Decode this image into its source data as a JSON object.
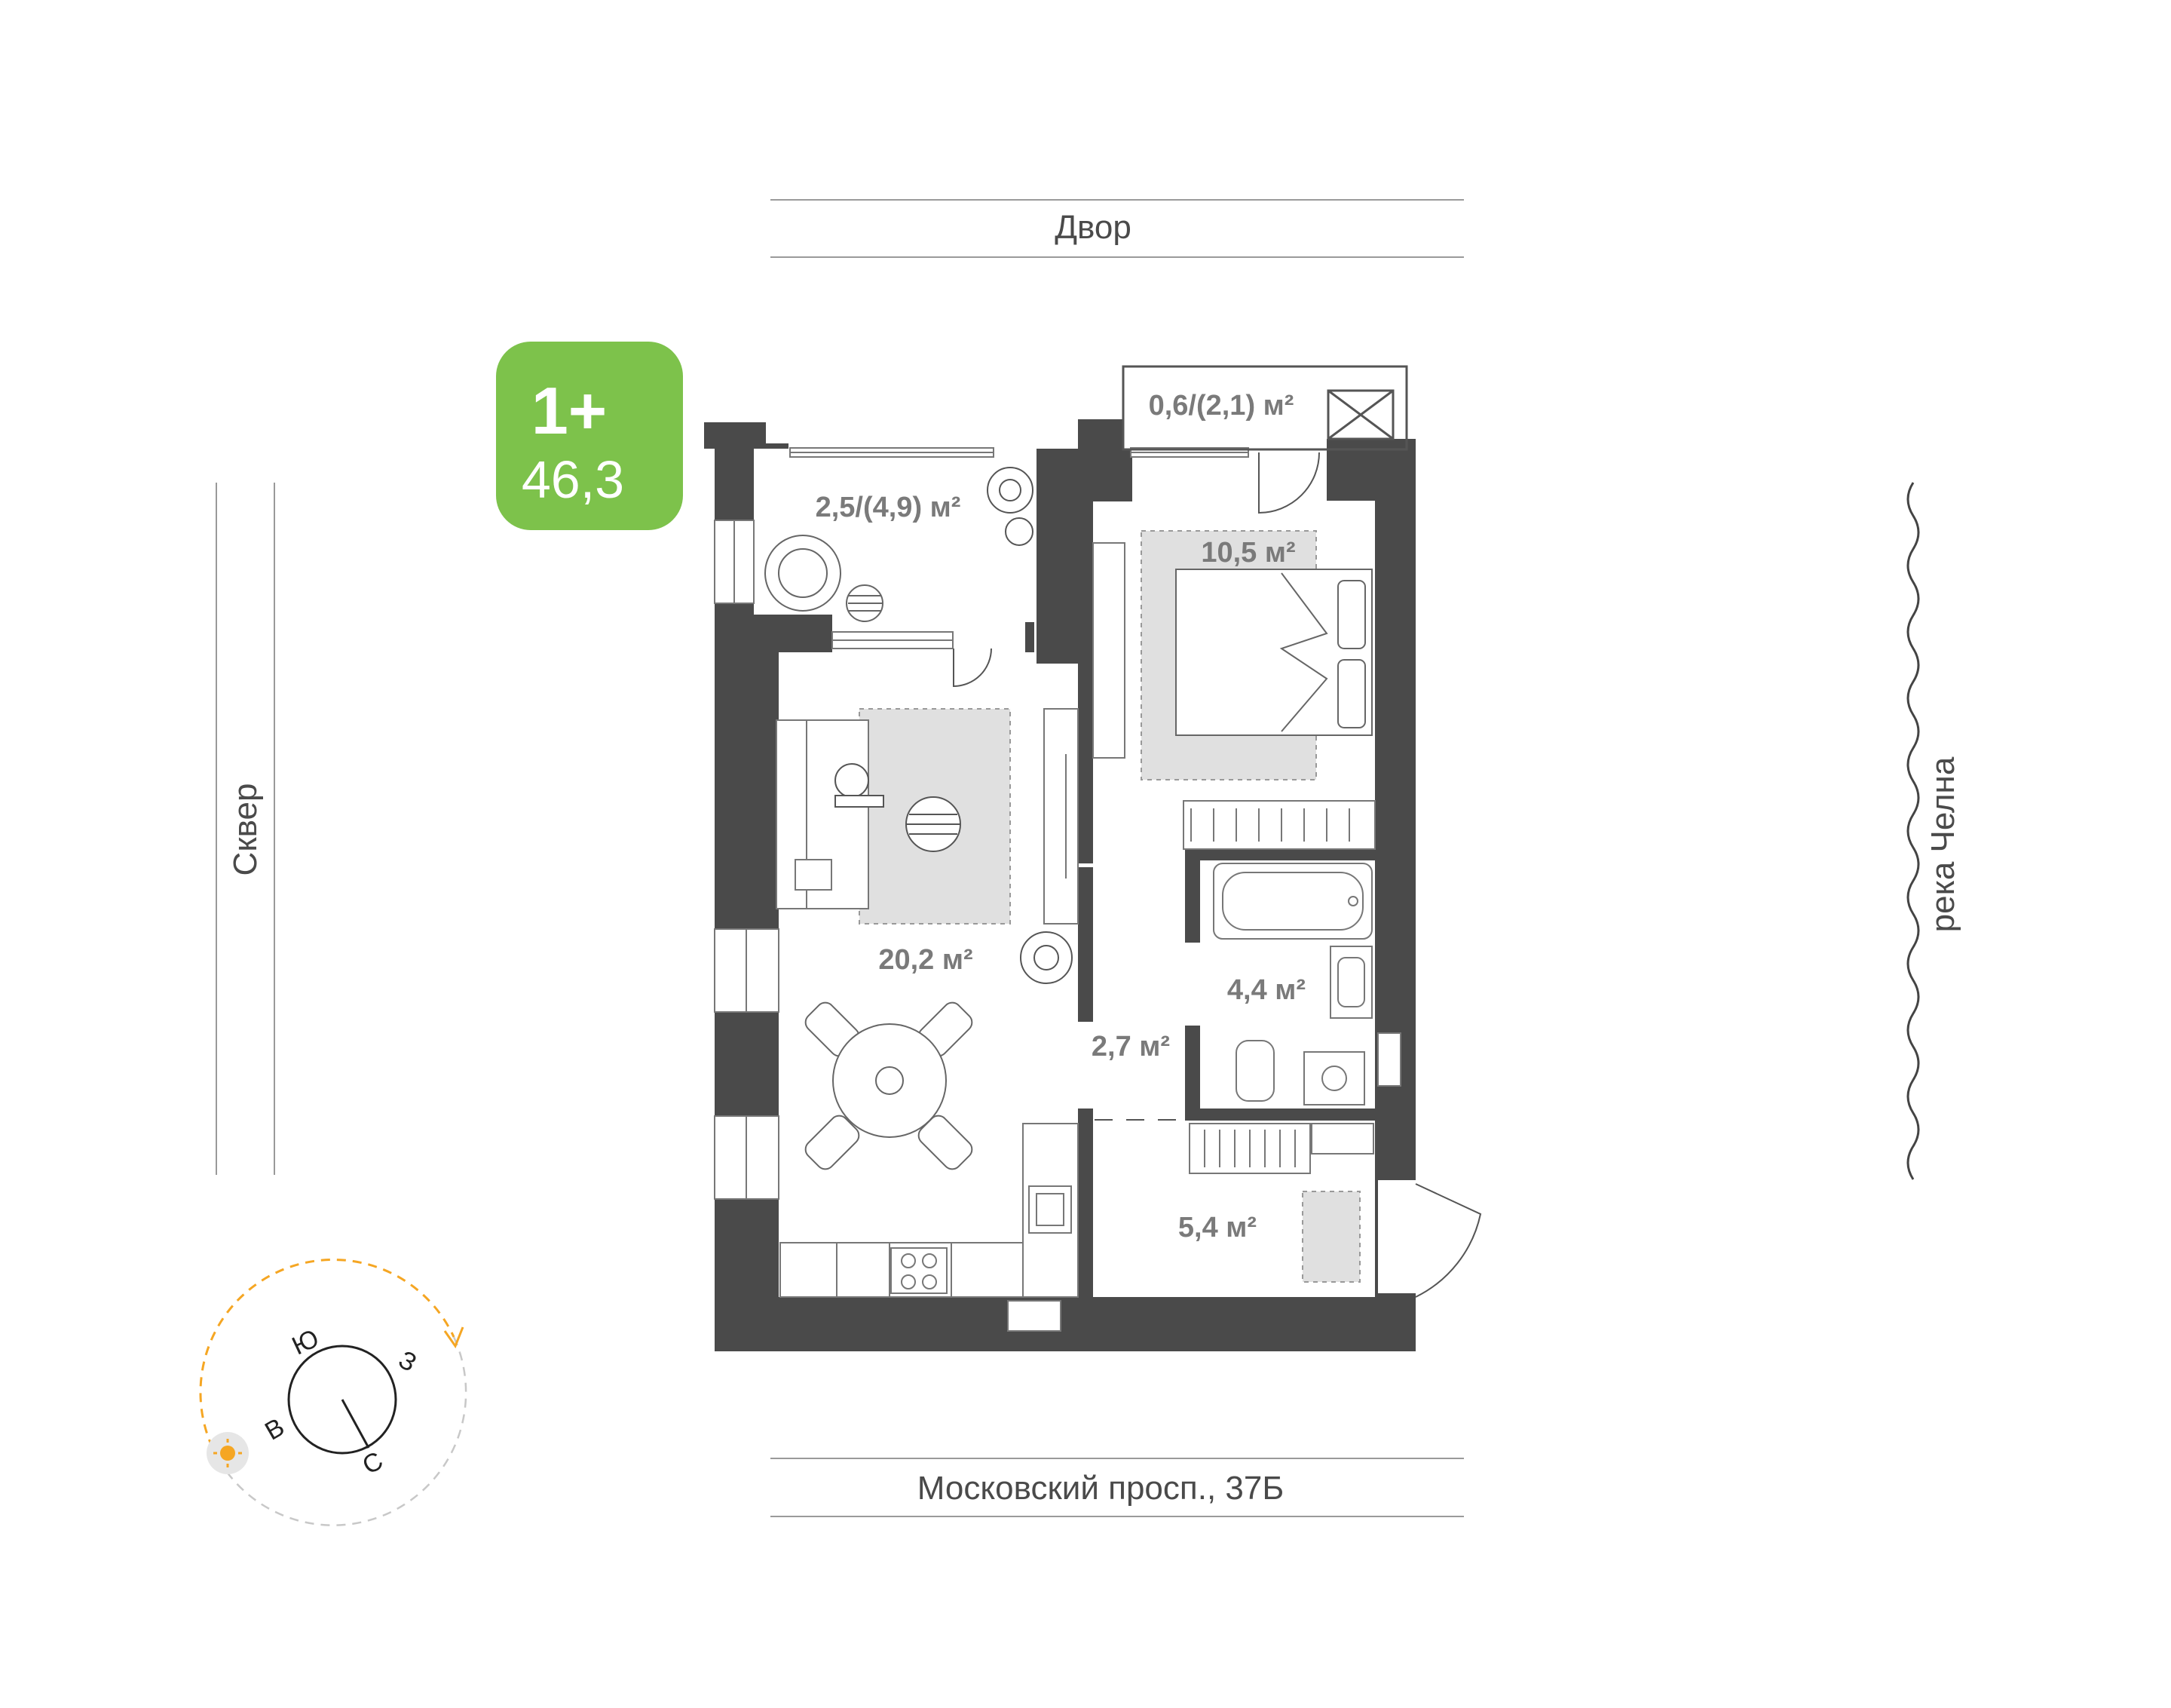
{
  "badge": {
    "rooms": "1+",
    "area": "46,3",
    "color": "#7dc24b"
  },
  "streets": {
    "top": "Двор",
    "bottom": "Московский просп., 37Б",
    "left": "Сквер",
    "right": "река Челна"
  },
  "rooms": {
    "loggia": "2,5/(4,9) м²",
    "balcony": "0,6/(2,1) м²",
    "bedroom": "10,5 м²",
    "living": "20,2 м²",
    "bathroom": "4,4 м²",
    "corridor": "2,7 м²",
    "hall": "5,4 м²"
  },
  "compass": {
    "s": "Ю",
    "w": "З",
    "e": "В",
    "n": "С"
  },
  "colors": {
    "wall": "#4a4a4a",
    "rug": "#e0e0e0",
    "sun": "#f5a623"
  }
}
